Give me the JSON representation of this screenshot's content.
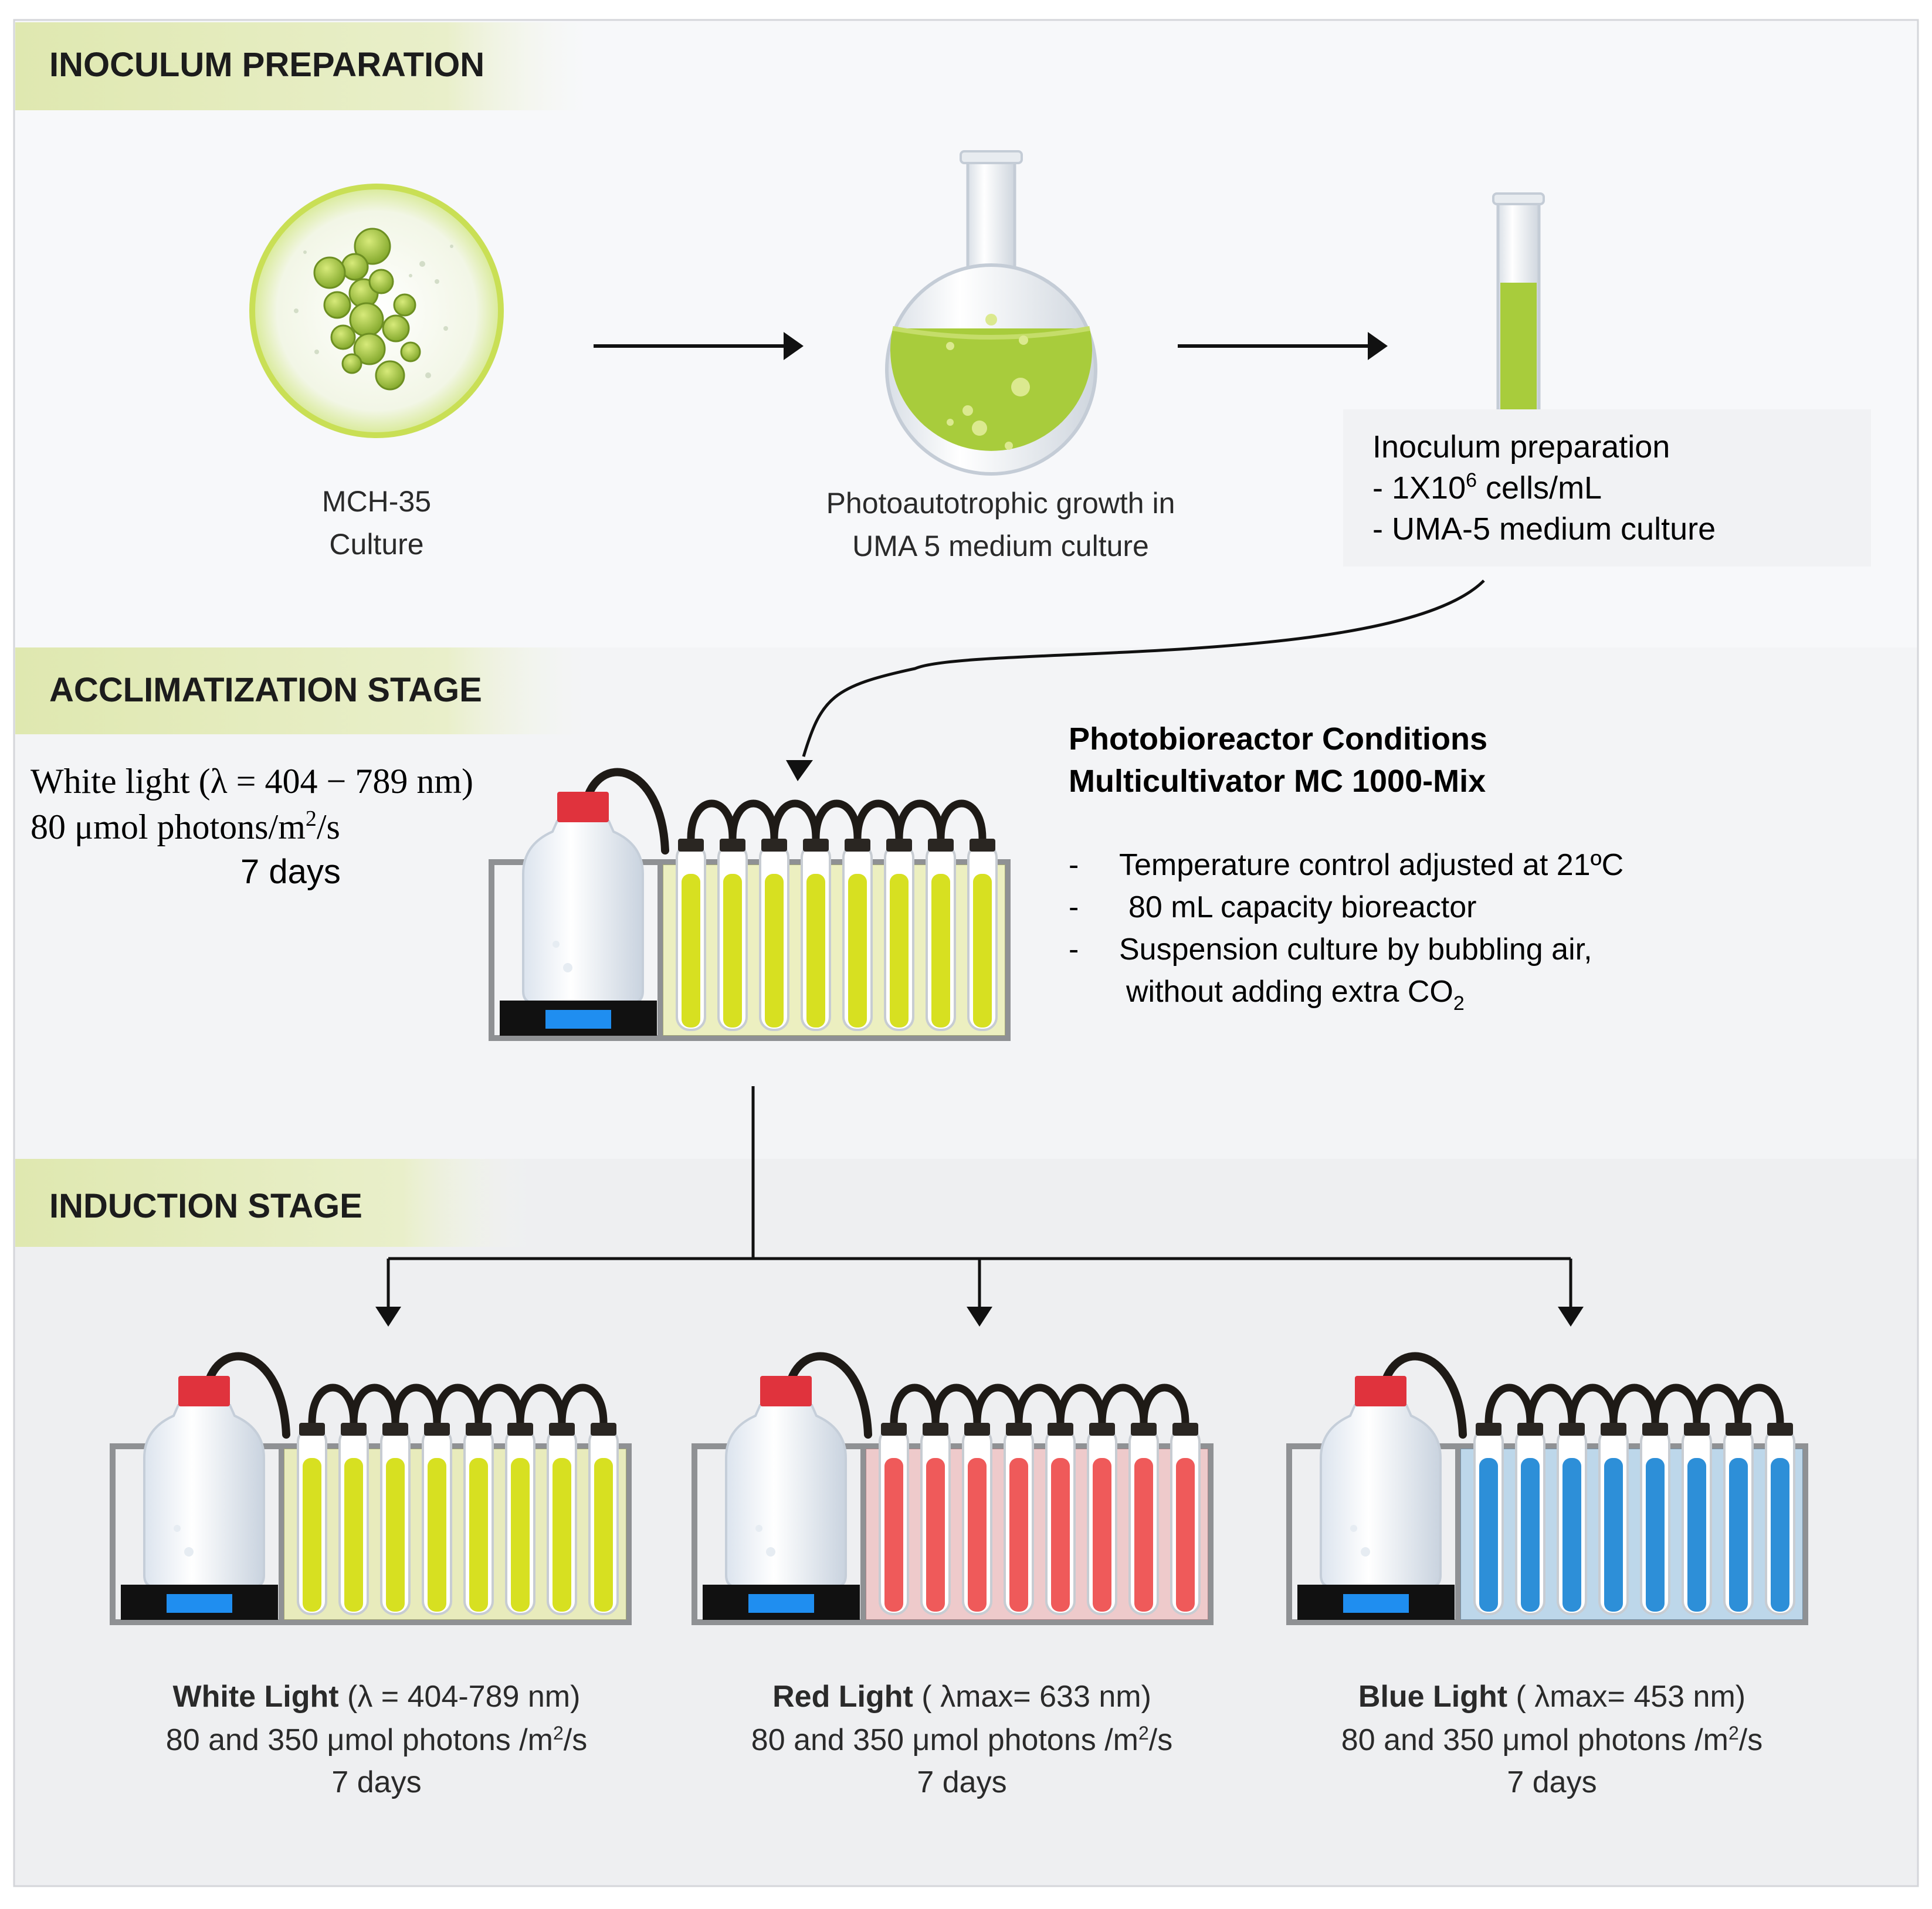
{
  "colors": {
    "header_band": "#dfe8b0",
    "section1_bg": "#f7f8fa",
    "section2_bg": "#f3f4f6",
    "section3_bg": "#eeeff1",
    "tube_yellow": "#d7e021",
    "tube_red": "#ef5a5a",
    "tube_blue": "#2d8fd8",
    "cap_red": "#e0333d",
    "display_blue": "#1f8ef0",
    "culture_green": "#a8cc3c"
  },
  "sections": {
    "inoculum": {
      "title": "INOCULUM PREPARATION"
    },
    "acclimatization": {
      "title": "ACCLIMATIZATION STAGE"
    },
    "induction": {
      "title": "INDUCTION STAGE"
    }
  },
  "inoculum": {
    "culture_label_1": "MCH-35",
    "culture_label_2": "Culture",
    "flask_label_1": "Photoautotrophic growth in",
    "flask_label_2": "UMA 5 medium culture",
    "tube_title": "Inoculum preparation",
    "tube_line1_pre": "- 1X10",
    "tube_line1_sup": "6",
    "tube_line1_post": " cells/mL",
    "tube_line2": "- UMA-5 medium culture",
    "icons": [
      "microalgae-culture-icon",
      "round-flask-icon",
      "test-tube-icon"
    ]
  },
  "acclimatization": {
    "light_line1_a": "White light (λ = 404 − 789 nm)",
    "light_line2_a": "80 μmol photons/m",
    "light_line2_sup": "2",
    "light_line2_b": "/s",
    "light_line3": "7 days",
    "conditions_title_1": "Photobioreactor Conditions",
    "conditions_title_2": "Multicultivator MC 1000-Mix",
    "bullet_dash": "-",
    "conditions": [
      "Temperature control adjusted at 21ºC",
      "80 mL capacity bioreactor",
      "Suspension culture by bubbling air,"
    ],
    "conditions_cont_pre": "without adding extra CO",
    "conditions_cont_sub": "2"
  },
  "induction": {
    "reactors": [
      {
        "name_bold": "White Light",
        "name_rest": " (λ = 404-789 nm)",
        "intensity_pre": "80 and 350 μmol photons /m",
        "intensity_sup": "2",
        "intensity_post": "/s",
        "duration": "7 days"
      },
      {
        "name_bold": "Red Light",
        "name_rest": " ( λmax= 633 nm)",
        "intensity_pre": "80 and 350 μmol photons /m",
        "intensity_sup": "2",
        "intensity_post": "/s",
        "duration": "7 days"
      },
      {
        "name_bold": "Blue Light",
        "name_rest": " ( λmax= 453 nm)",
        "intensity_pre": "80 and 350 μmol photons /m",
        "intensity_sup": "2",
        "intensity_post": "/s",
        "duration": "7 days"
      }
    ]
  }
}
